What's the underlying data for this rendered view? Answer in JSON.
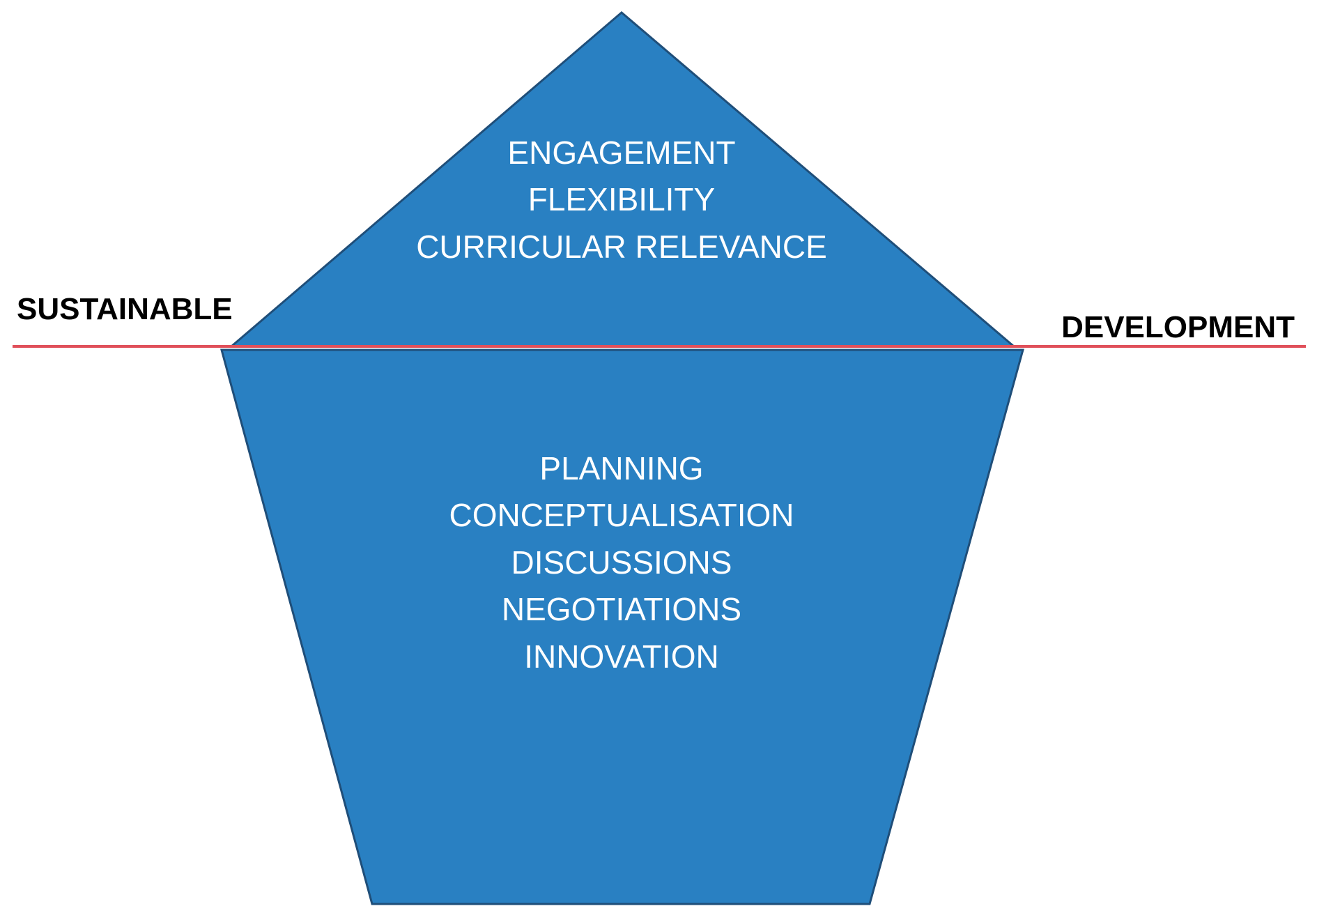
{
  "colors": {
    "shape_fill": "#2980c2",
    "shape_stroke": "#1f4e79",
    "divider_line": "#e0505a",
    "inner_text": "#ffffff",
    "label_text": "#000000"
  },
  "upper_section": {
    "items": [
      "ENGAGEMENT",
      "FLEXIBILITY",
      "CURRICULAR RELEVANCE"
    ]
  },
  "lower_section": {
    "items": [
      "PLANNING",
      "CONCEPTUALISATION",
      "DISCUSSIONS",
      "NEGOTIATIONS",
      "INNOVATION"
    ]
  },
  "divider": {
    "left_label": "SUSTAINABLE",
    "right_label": "DEVELOPMENT"
  }
}
